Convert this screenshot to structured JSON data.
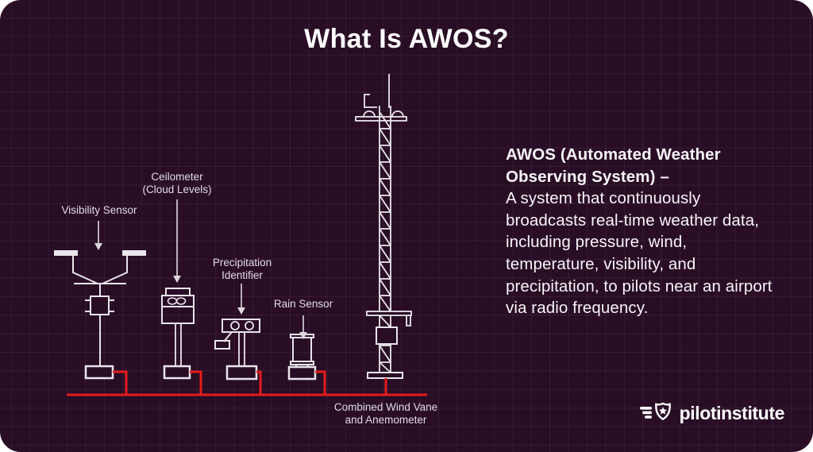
{
  "title": "What Is AWOS?",
  "info": {
    "heading_line1": "AWOS (Automated Weather",
    "heading_line2": "Observing System) –",
    "body": "A system that continuously broadcasts real-time weather data, including pressure, wind, temperature, visibility, and precipitation, to pilots near an airport via radio frequency."
  },
  "diagram": {
    "visibility_sensor": "Visibility Sensor",
    "ceilometer": [
      "Ceilometer",
      "(Cloud Levels)"
    ],
    "precipitation": [
      "Precipitation",
      "Identifier"
    ],
    "rain_sensor": "Rain Sensor",
    "wind": [
      "Combined Wind Vane",
      "and Anemometer"
    ]
  },
  "logo": {
    "brand": "pilotinstitute"
  },
  "colors": {
    "background": "#290d25",
    "linework": "#e9e6ec",
    "wire_red": "#e51c1c",
    "text": "#f7f5f8",
    "label": "#e0dce4"
  }
}
